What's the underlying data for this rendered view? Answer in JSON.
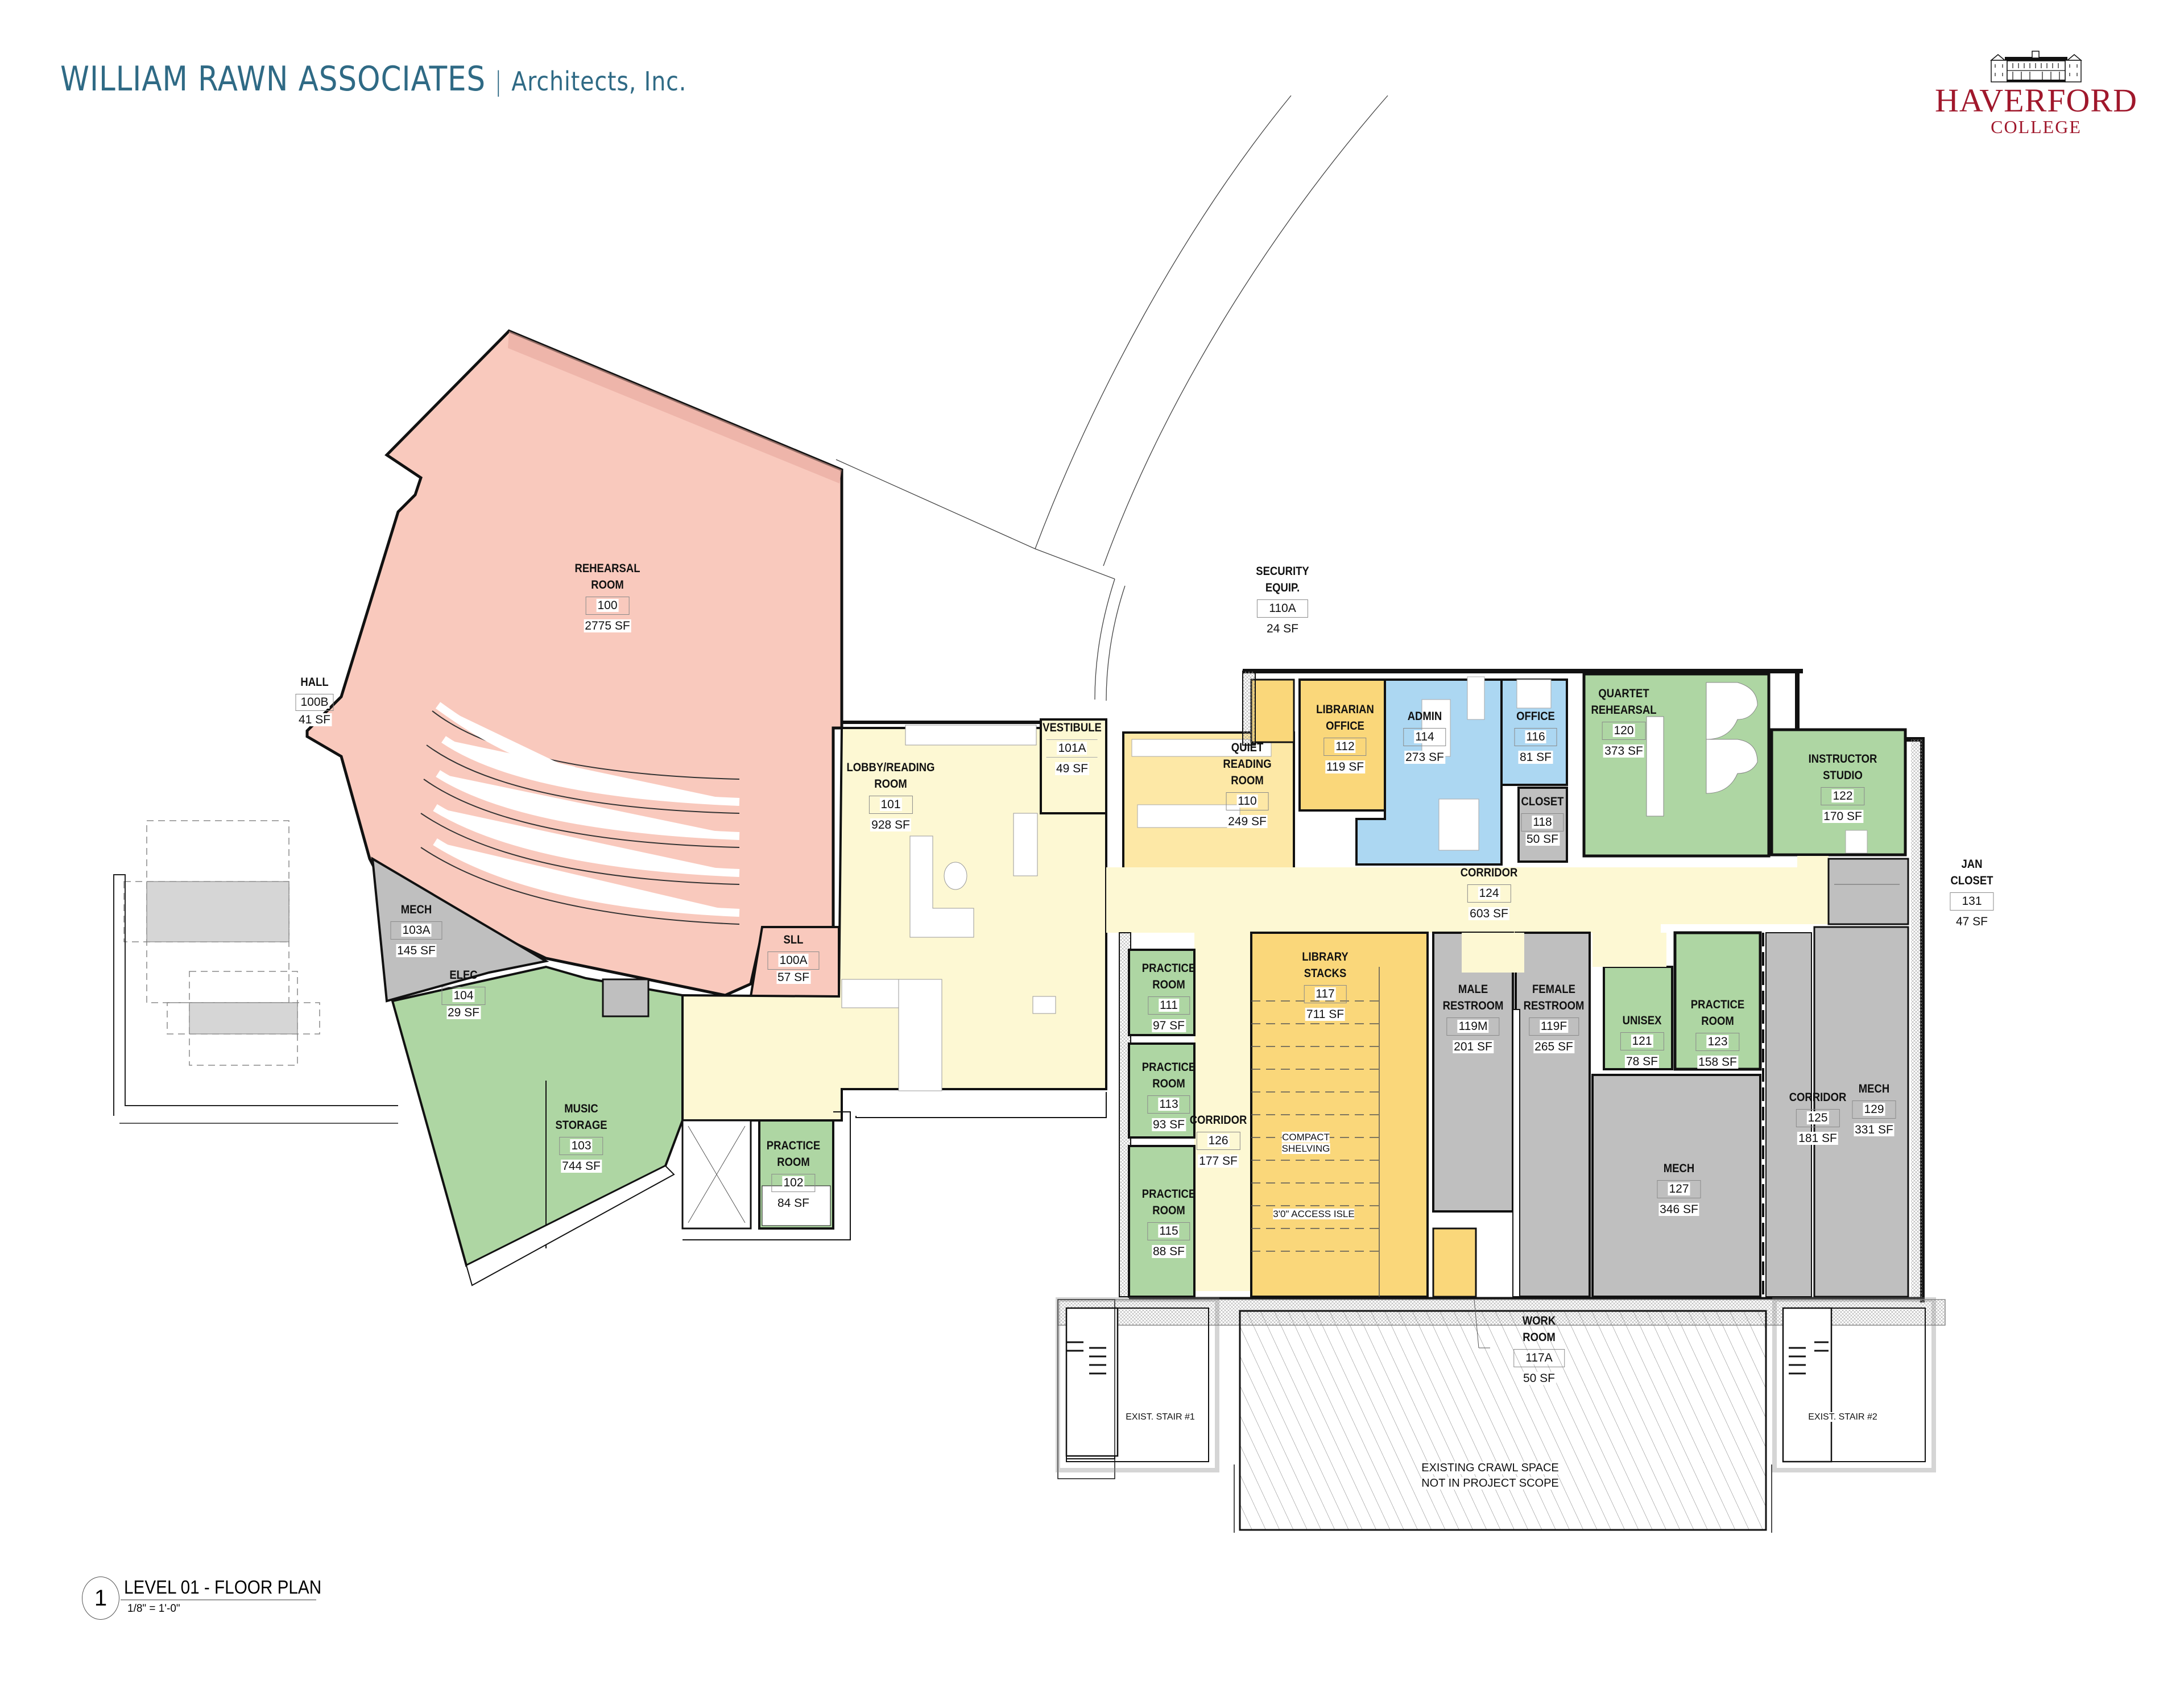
{
  "header": {
    "firm": "WILLIAM RAWN ASSOCIATES",
    "separator": "|",
    "firm_suffix": "Architects, Inc."
  },
  "logo": {
    "name": "HAVERFORD",
    "sub": "COLLEGE",
    "color": "#a0182c"
  },
  "colors": {
    "rehearsal": "#f9c9bd",
    "lobby": "#fdf8d3",
    "library": "#fad77a",
    "library_light": "#fde8a6",
    "admin": "#acd7f2",
    "practice": "#aed6a3",
    "service": "#bfbfbf",
    "wall": "#111111",
    "header_blue": "#2f6a85"
  },
  "rooms": [
    {
      "id": "100",
      "name": "REHEARSAL\nROOM",
      "number": "100",
      "area": "2775 SF",
      "category": "rehearsal"
    },
    {
      "id": "100A",
      "name": "SLL",
      "number": "100A",
      "area": "57 SF",
      "category": "rehearsal"
    },
    {
      "id": "100B",
      "name": "HALL",
      "number": "100B",
      "area": "41 SF",
      "category": "rehearsal"
    },
    {
      "id": "101",
      "name": "LOBBY/READING\nROOM",
      "number": "101",
      "area": "928 SF",
      "category": "lobby"
    },
    {
      "id": "101A",
      "name": "VESTIBULE",
      "number": "101A",
      "area": "49 SF",
      "category": "lobby"
    },
    {
      "id": "102",
      "name": "PRACTICE\nROOM",
      "number": "102",
      "area": "84 SF",
      "category": "practice"
    },
    {
      "id": "103",
      "name": "MUSIC\nSTORAGE",
      "number": "103",
      "area": "744 SF",
      "category": "practice"
    },
    {
      "id": "103A",
      "name": "MECH",
      "number": "103A",
      "area": "145 SF",
      "category": "service"
    },
    {
      "id": "104",
      "name": "ELEC",
      "number": "104",
      "area": "29 SF",
      "category": "service"
    },
    {
      "id": "110",
      "name": "QUIET\nREADING\nROOM",
      "number": "110",
      "area": "249 SF",
      "category": "library_light"
    },
    {
      "id": "110A",
      "name": "SECURITY\nEQUIP.",
      "number": "110A",
      "area": "24 SF",
      "category": "library"
    },
    {
      "id": "111",
      "name": "PRACTICE\nROOM",
      "number": "111",
      "area": "97 SF",
      "category": "practice"
    },
    {
      "id": "112",
      "name": "LIBRARIAN\nOFFICE",
      "number": "112",
      "area": "119 SF",
      "category": "library"
    },
    {
      "id": "113",
      "name": "PRACTICE\nROOM",
      "number": "113",
      "area": "93 SF",
      "category": "practice"
    },
    {
      "id": "114",
      "name": "ADMIN",
      "number": "114",
      "area": "273 SF",
      "category": "admin"
    },
    {
      "id": "115",
      "name": "PRACTICE\nROOM",
      "number": "115",
      "area": "88 SF",
      "category": "practice"
    },
    {
      "id": "116",
      "name": "OFFICE",
      "number": "116",
      "area": "81 SF",
      "category": "admin"
    },
    {
      "id": "117",
      "name": "LIBRARY\nSTACKS",
      "number": "117",
      "area": "711 SF",
      "category": "library"
    },
    {
      "id": "117A",
      "name": "WORK\nROOM",
      "number": "117A",
      "area": "50 SF",
      "category": "library"
    },
    {
      "id": "118",
      "name": "CLOSET",
      "number": "118",
      "area": "50 SF",
      "category": "service"
    },
    {
      "id": "119M",
      "name": "MALE\nRESTROOM",
      "number": "119M",
      "area": "201 SF",
      "category": "service"
    },
    {
      "id": "119F",
      "name": "FEMALE\nRESTROOM",
      "number": "119F",
      "area": "265 SF",
      "category": "service"
    },
    {
      "id": "120",
      "name": "QUARTET\nREHEARSAL",
      "number": "120",
      "area": "373 SF",
      "category": "practice"
    },
    {
      "id": "121",
      "name": "UNISEX",
      "number": "121",
      "area": "78 SF",
      "category": "practice"
    },
    {
      "id": "122",
      "name": "INSTRUCTOR\nSTUDIO",
      "number": "122",
      "area": "170 SF",
      "category": "practice"
    },
    {
      "id": "123",
      "name": "PRACTICE\nROOM",
      "number": "123",
      "area": "158 SF",
      "category": "practice"
    },
    {
      "id": "124",
      "name": "CORRIDOR",
      "number": "124",
      "area": "603 SF",
      "category": "lobby"
    },
    {
      "id": "125",
      "name": "CORRIDOR",
      "number": "125",
      "area": "181 SF",
      "category": "service"
    },
    {
      "id": "126",
      "name": "CORRIDOR",
      "number": "126",
      "area": "177 SF",
      "category": "lobby"
    },
    {
      "id": "127",
      "name": "MECH",
      "number": "127",
      "area": "346 SF",
      "category": "service"
    },
    {
      "id": "129",
      "name": "MECH",
      "number": "129",
      "area": "331 SF",
      "category": "service"
    },
    {
      "id": "131",
      "name": "JAN\nCLOSET",
      "number": "131",
      "area": "47 SF",
      "category": "service"
    }
  ],
  "notes": {
    "compact_shelving": "COMPACT\nSHELVING",
    "access_isle": "3'0\" ACCESS ISLE",
    "stair1": "EXIST. STAIR #1",
    "stair2": "EXIST. STAIR #2",
    "crawl_space": "EXISTING CRAWL SPACE\nNOT IN PROJECT SCOPE"
  },
  "title_block": {
    "number": "1",
    "title": "LEVEL 01 - FLOOR PLAN",
    "scale": "1/8\" = 1'-0\""
  }
}
